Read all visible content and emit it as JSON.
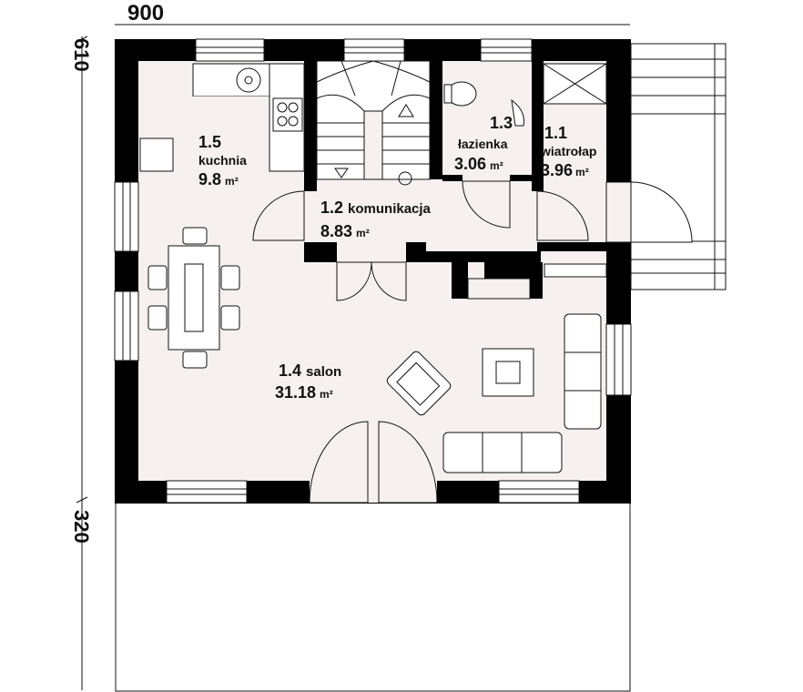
{
  "dimensions": {
    "top_width": "900",
    "left_upper": "610",
    "left_lower": "320"
  },
  "rooms": [
    {
      "id": "1.1",
      "name": "wiatrołap",
      "area": "3.96",
      "unit": "m²"
    },
    {
      "id": "1.2",
      "name": "komunikacja",
      "area": "8.83",
      "unit": "m²"
    },
    {
      "id": "1.3",
      "name": "łazienka",
      "area": "3.06",
      "unit": "m²"
    },
    {
      "id": "1.4",
      "name": "salon",
      "area": "31.18",
      "unit": "m²"
    },
    {
      "id": "1.5",
      "name": "kuchnia",
      "area": "9.8",
      "unit": "m²"
    }
  ],
  "colors": {
    "wall": "#000000",
    "floor": "#f6f1ef",
    "background": "#ffffff",
    "line": "#111111"
  }
}
